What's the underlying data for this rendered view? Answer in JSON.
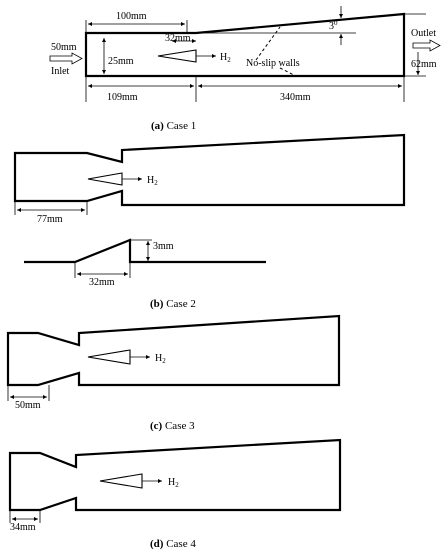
{
  "case1": {
    "dims": {
      "top_len": "100mm",
      "inj_offset": "32mm",
      "inlet_height": "50mm",
      "inj_height": "25mm",
      "angle": "3",
      "angle_sup": "0",
      "outlet_height": "62mm",
      "len_to_ramp": "109mm",
      "len_total": "340mm"
    },
    "labels": {
      "inlet": "Inlet",
      "outlet": "Outlet",
      "fuel": "H",
      "fuel_sub": "2",
      "walls": "No-slip walls"
    },
    "caption": {
      "tag": "(a)",
      "text": " Case 1"
    }
  },
  "case2": {
    "fuel": "H",
    "fuel_sub": "2",
    "dim_len": "77mm",
    "detail_height": "3mm",
    "detail_len": "32mm",
    "caption": {
      "tag": "(b)",
      "text": " Case 2"
    }
  },
  "case3": {
    "fuel": "H",
    "fuel_sub": "2",
    "dim_len": "50mm",
    "caption": {
      "tag": "(c)",
      "text": " Case 3"
    }
  },
  "case4": {
    "fuel": "H",
    "fuel_sub": "2",
    "dim_len": "34mm",
    "caption": {
      "tag": "(d)",
      "text": " Case 4"
    }
  }
}
